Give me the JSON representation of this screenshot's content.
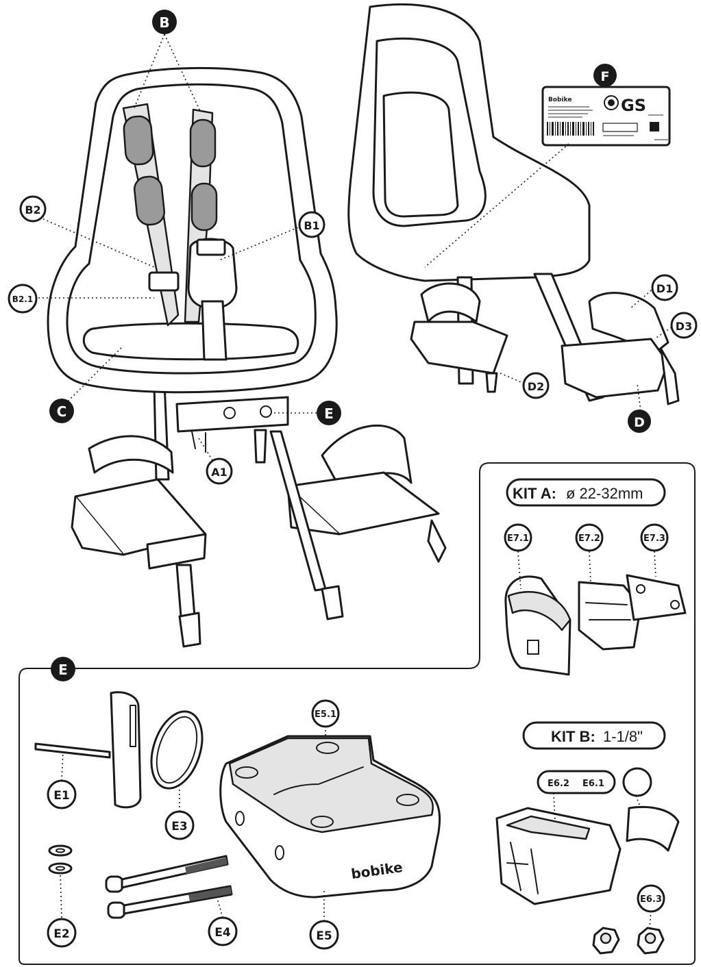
{
  "colors": {
    "ink": "#1a1a1a",
    "fill_grey": "#9a9a9a",
    "light_grey": "#d0d0d0",
    "paper": "#ffffff"
  },
  "labels": {
    "B": "B",
    "B1": "B1",
    "B2": "B2",
    "B2_1": "B2.1",
    "C": "C",
    "E_top": "E",
    "A1": "A1",
    "F": "F",
    "D": "D",
    "D1": "D1",
    "D2": "D2",
    "D3": "D3",
    "E_bottom": "E",
    "E1": "E1",
    "E2": "E2",
    "E3": "E3",
    "E4": "E4",
    "E5": "E5",
    "E5_1": "E5.1",
    "E6_1": "E6.1",
    "E6_2": "E6.2",
    "E6_3": "E6.3",
    "E7_1": "E7.1",
    "E7_2": "E7.2",
    "E7_3": "E7.3"
  },
  "kits": {
    "kit_a_name": "KIT A:",
    "kit_a_spec": "ø 22-32mm",
    "kit_b_name": "KIT B:",
    "kit_b_spec": "1-1/8\""
  },
  "branding": {
    "bobike_mark": "bobike",
    "sticker_brand": "Bobike",
    "gs_mark": "GS"
  }
}
